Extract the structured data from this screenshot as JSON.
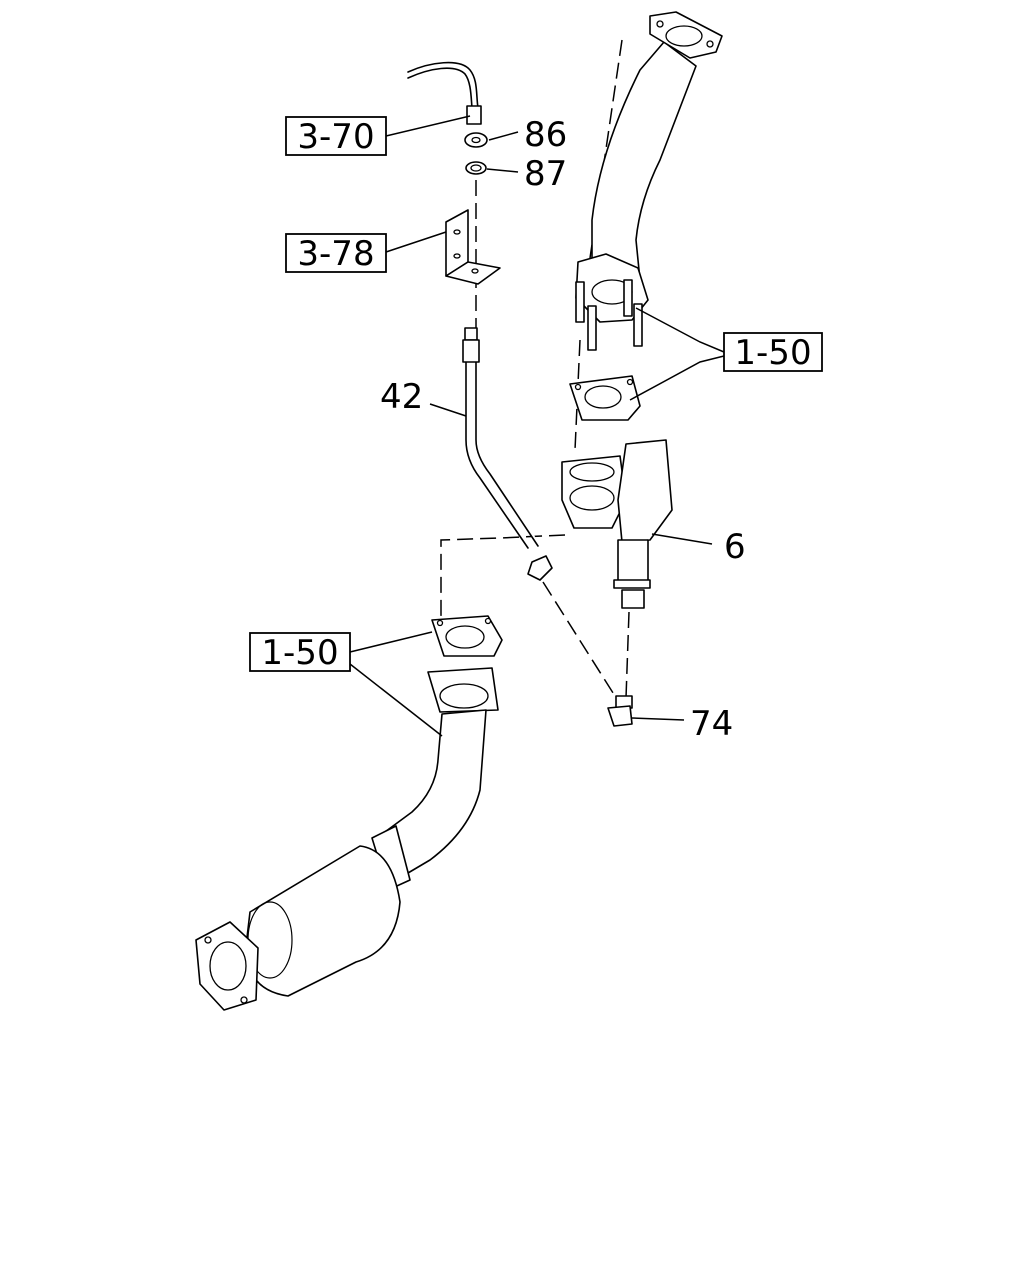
{
  "labels": {
    "ref_3_70": "3-70",
    "ref_3_78": "3-78",
    "ref_1_50_right": "1-50",
    "ref_1_50_left": "1-50",
    "part_86": "86",
    "part_87": "87",
    "part_42": "42",
    "part_6": "6",
    "part_74": "74"
  }
}
